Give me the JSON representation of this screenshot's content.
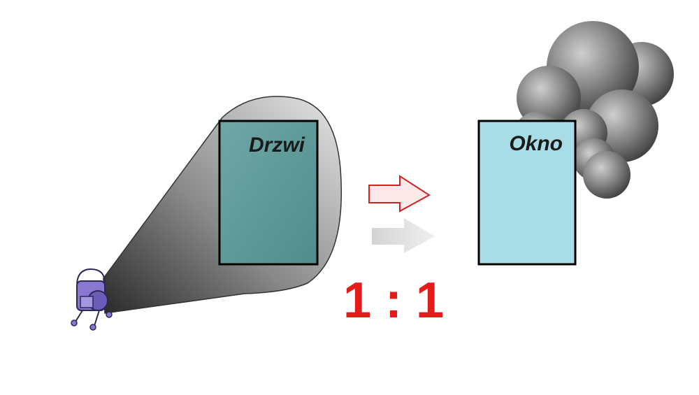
{
  "door": {
    "label": "Drzwi"
  },
  "window": {
    "label": "Okno"
  },
  "ratio": {
    "text": "1 : 1"
  },
  "colors": {
    "panel_fill": "#a8dce6",
    "panel_stroke": "#000000",
    "beam_dark": "#3a3a3a",
    "beam_light": "#e0e0e0",
    "ratio_red": "#e31b1b",
    "arrow_outline": "#d42020",
    "arrow_gray": "#cfcfcf",
    "projector": "#7b68c8"
  },
  "icons": {
    "projector": "projector-icon",
    "outline_arrow": "arrow-right-outline-icon",
    "solid_arrow": "arrow-right-solid-icon",
    "smoke": "smoke-cloud-icon"
  }
}
